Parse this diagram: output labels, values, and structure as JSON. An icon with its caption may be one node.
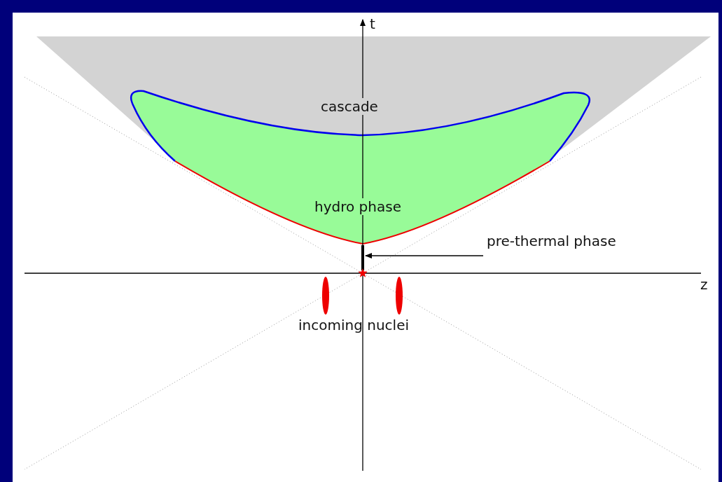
{
  "diagram": {
    "nodes": [
      {
        "text": [
          "cascade"
        ]
      },
      {
        "text": [
          "hydro phase"
        ]
      },
      {
        "text": [
          "pre-thermal phase"
        ]
      },
      {
        "text": [],
        "shape": "bar"
      }
    ],
    "edges": [
      {
        "from": 2,
        "to": 3,
        "arrow": "to"
      }
    ],
    "labels": [
      "t",
      "z",
      "incoming nuclei"
    ]
  }
}
